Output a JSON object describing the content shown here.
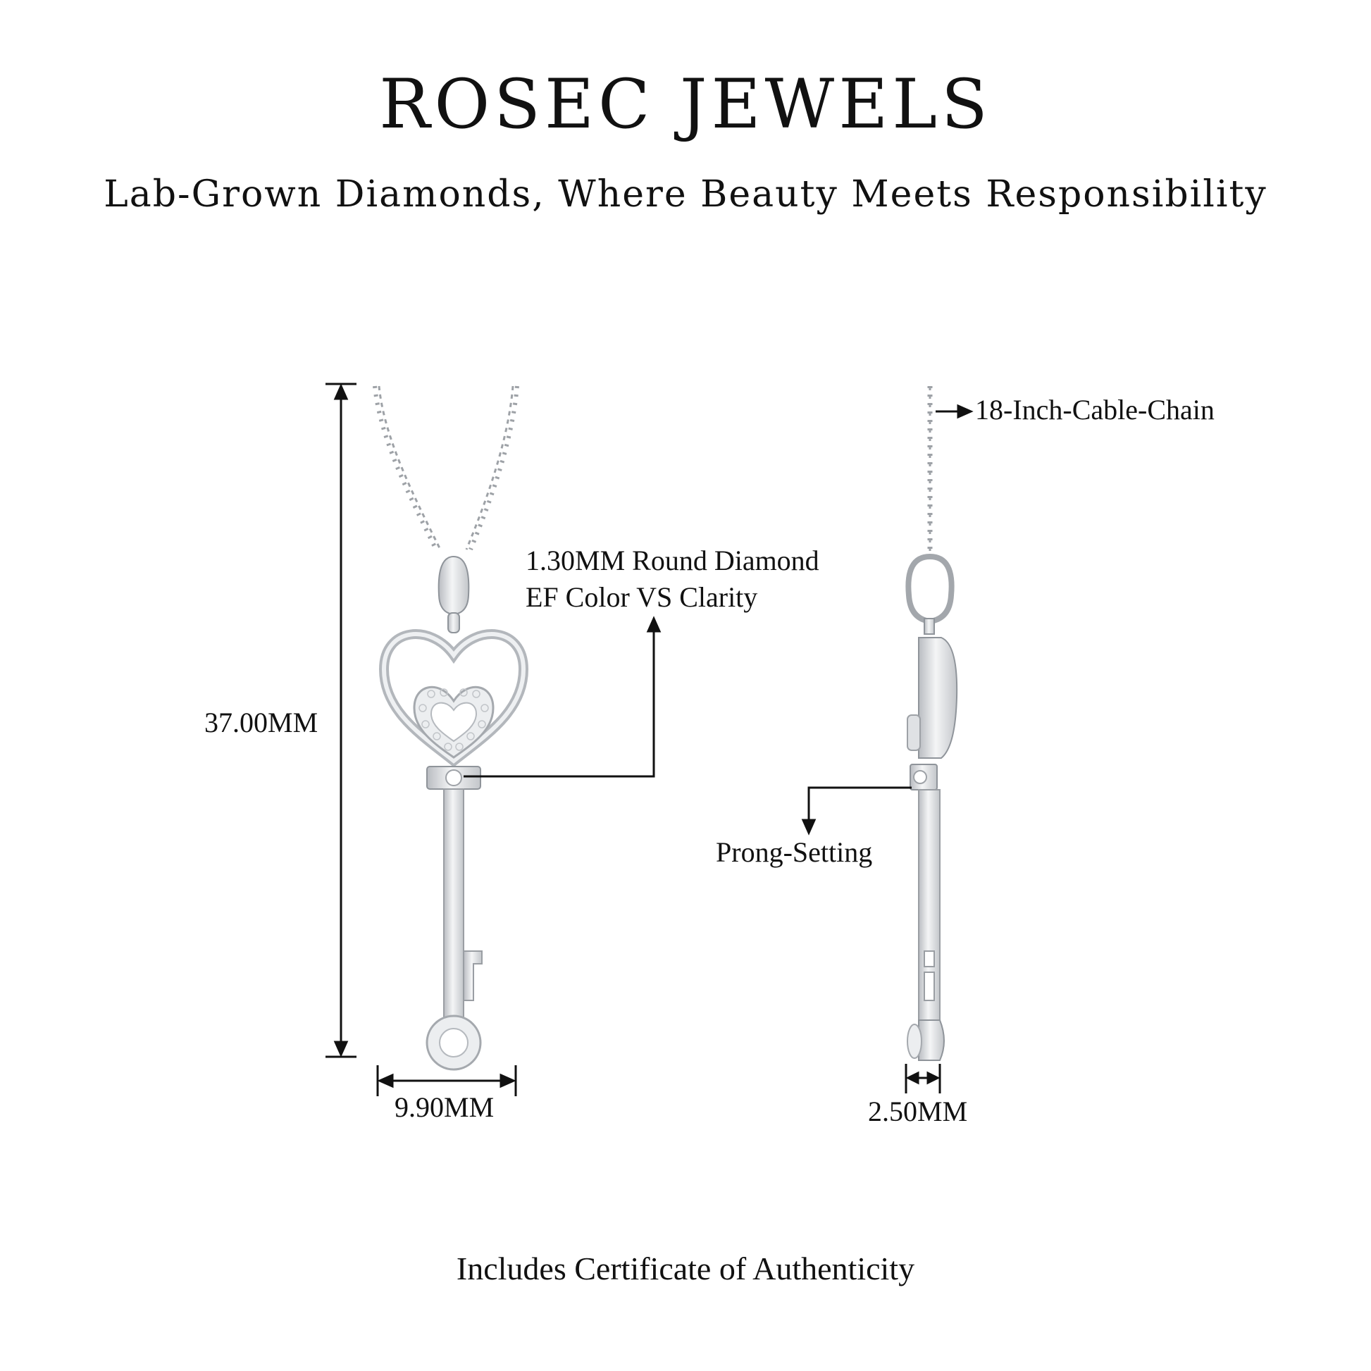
{
  "header": {
    "brand": "ROSEC JEWELS",
    "tagline": "Lab-Grown Diamonds, Where Beauty Meets Responsibility"
  },
  "front_view": {
    "height_label": "37.00MM",
    "width_label": "9.90MM",
    "diamond_label_line1": "1.30MM Round Diamond",
    "diamond_label_line2": "EF Color VS Clarity"
  },
  "side_view": {
    "chain_label": "18-Inch-Cable-Chain",
    "setting_label": "Prong-Setting",
    "depth_label": "2.50MM"
  },
  "footer": {
    "text": "Includes Certificate of Authenticity"
  },
  "colors": {
    "text": "#111111",
    "metal": "#d9dbde",
    "metal_dark": "#a9adb2",
    "background": "#ffffff"
  }
}
